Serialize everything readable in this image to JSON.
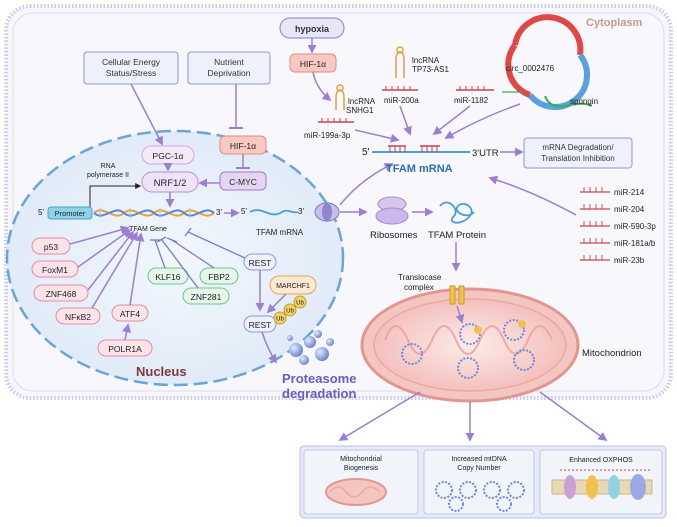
{
  "cytoplasm_label": "Cytoplasm",
  "nucleus_label": "Nucleus",
  "hypoxia": "hypoxia",
  "hif_top": "HIF-1α",
  "cellular_energy": [
    "Cellular Energy",
    "Status/Stress"
  ],
  "nutrient": [
    "Nutrient",
    "Deprivation"
  ],
  "hif_mid": "HIF-1α",
  "cmyc": "C-MYC",
  "pgc": "PGC-1α",
  "nrf": "NRF1/2",
  "rna_pol": [
    "RNA",
    "polymerase II"
  ],
  "promoter": "Promoter",
  "five_prime": "5'",
  "three_prime": "3'",
  "tfam_gene": "TFAM Gene",
  "tfam_mrna_small": "TFAM mRNA",
  "regulators": [
    "p53",
    "FoxM1",
    "ZNF468",
    "NFκB2",
    "ATF4",
    "POLR1A"
  ],
  "green_regulators": [
    "KLF16",
    "FBP2",
    "ZNF281"
  ],
  "rest": "REST",
  "marchf1": "MARCHF1",
  "ub": "Ub",
  "proteasome": [
    "Proteasome",
    "degradation"
  ],
  "lncrna_snhg1": [
    "lncRNA",
    "SNHG1"
  ],
  "mir199": "miR-199a-3p",
  "lncrna_tp73": [
    "lncRNA",
    "TP73-AS1"
  ],
  "mir200": "miR-200a",
  "mir1182": "miR-1182",
  "circ": "circ_0002476",
  "spongin": "spongin",
  "utr_five": "5'",
  "utr_three": "3'UTR",
  "tfam_mrna_main": "TFAM mRNA",
  "mrna_deg": [
    "mRNA Degradation/",
    "Translation Inhibition"
  ],
  "mirnas": [
    "miR-214",
    "miR-204",
    "miR-590-3p",
    "miR-181a/b",
    "miR-23b"
  ],
  "ribosomes": "Ribosomes",
  "tfam_protein": "TFAM Protein",
  "translocase": [
    "Translocase",
    "complex"
  ],
  "mitochondrion": "Mitochondrion",
  "outcomes": [
    [
      "Mitochondrial",
      "Biogenesis"
    ],
    [
      "Increased mtDNA",
      "Copy Number"
    ],
    [
      "Enhanced OXPHOS"
    ]
  ],
  "colors": {
    "purple": "#9b7fd4",
    "pink_fill": "#fbe3ea",
    "pink_stroke": "#e78aa4",
    "green_fill": "#e6f6ea",
    "green_stroke": "#6cc68b",
    "blue_fill": "#eef0fb",
    "blue_stroke": "#8e98d6",
    "red": "#c9454a",
    "nucleus_border": "#6aa4dc"
  }
}
